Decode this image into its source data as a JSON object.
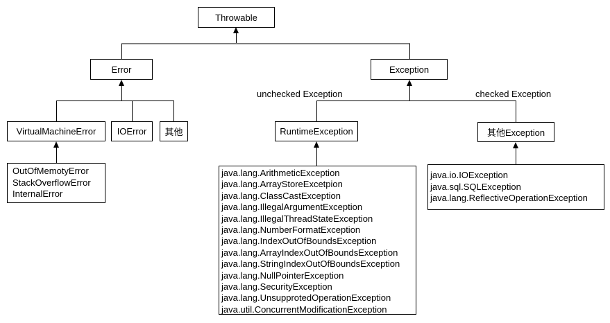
{
  "nodes": {
    "throwable": "Throwable",
    "error": "Error",
    "exception": "Exception",
    "virtual_machine_error": "VirtualMachineError",
    "io_error": "IOError",
    "other": "其他",
    "runtime_exception": "RuntimeException",
    "other_exception": "其他Exception"
  },
  "edge_labels": {
    "unchecked": "unchecked Exception",
    "checked": "checked Exception"
  },
  "lists": {
    "error_subclasses": [
      "OutOfMemotyError",
      "StackOverflowError",
      "InternalError"
    ],
    "runtime_exceptions": [
      "java.lang.ArithmeticException",
      "java.lang.ArrayStoreExcetpion",
      "java.lang.ClassCastException",
      "java.lang.IllegalArgumentException",
      "java.lang.IllegalThreadStateException",
      "java.lang.NumberFormatException",
      "java.lang.IndexOutOfBoundsException",
      "java.lang.ArrayIndexOutOfBoundsException",
      "java.lang.StringIndexOutOfBoundsException",
      "java.lang.NullPointerException",
      "java.lang.SecurityException",
      "java.lang.UnsupprotedOperationException",
      "java.util.ConcurrentModificationException"
    ],
    "checked_exceptions": [
      "java.io.IOException",
      "java.sql.SQLException",
      "java.lang.ReflectiveOperationException"
    ]
  },
  "colors": {
    "line": "#000000",
    "main_branch_line": "#7f7f7f",
    "box_border": "#000000",
    "background": "#ffffff",
    "text": "#000000"
  }
}
